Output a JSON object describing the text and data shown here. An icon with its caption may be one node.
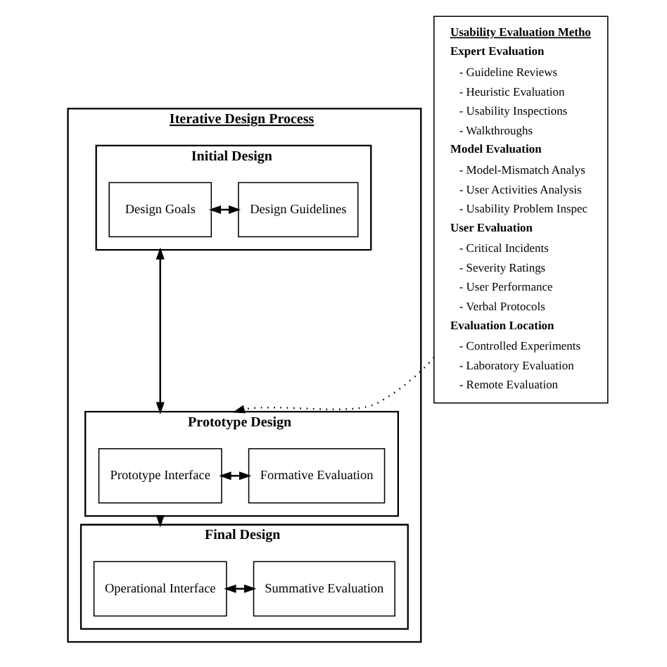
{
  "diagram": {
    "nodes": [
      {
        "text": [
          "Iterative Design Process"
        ]
      },
      {
        "text": [
          "Initial Design"
        ],
        "in": 0
      },
      {
        "text": [
          "Design Goals"
        ],
        "in": 1
      },
      {
        "text": [
          "Design Guidelines"
        ],
        "in": 1
      },
      {
        "text": [
          "Prototype Design"
        ],
        "in": 0
      },
      {
        "text": [
          "Prototype Interface"
        ],
        "in": 4
      },
      {
        "text": [
          "Formative Evaluation"
        ],
        "in": 4
      },
      {
        "text": [
          "Final Design"
        ],
        "in": 0
      },
      {
        "text": [
          "Operational Interface"
        ],
        "in": 7
      },
      {
        "text": [
          "Summative Evaluation"
        ],
        "in": 7
      },
      {
        "text": [
          "Usability Evaluation Metho",
          "Expert Evaluation",
          "- Guideline Reviews",
          "- Heuristic Evaluation",
          "- Usability Inspections",
          "- Walkthroughs",
          "Model Evaluation",
          "- Model-Mismatch Analys",
          "- User Activities Analysis",
          "- Usability Problem Inspec",
          "User Evaluation",
          "- Critical Incidents",
          "- Severity Ratings",
          "- User Performance",
          "- Verbal Protocols",
          "Evaluation Location",
          "- Controlled Experiments",
          "- Laboratory Evaluation",
          "- Remote Evaluation"
        ]
      }
    ],
    "edges": [
      {
        "from": 2,
        "to": 3,
        "arrow": "both"
      },
      {
        "from": 1,
        "to": 4,
        "arrow": "both"
      },
      {
        "from": 5,
        "to": 6,
        "arrow": "both"
      },
      {
        "from": 10,
        "to": 4,
        "arrow": "to",
        "style": "dashed"
      },
      {
        "from": 4,
        "to": 7,
        "arrow": "to"
      },
      {
        "from": 8,
        "to": 9,
        "arrow": "both"
      }
    ]
  }
}
